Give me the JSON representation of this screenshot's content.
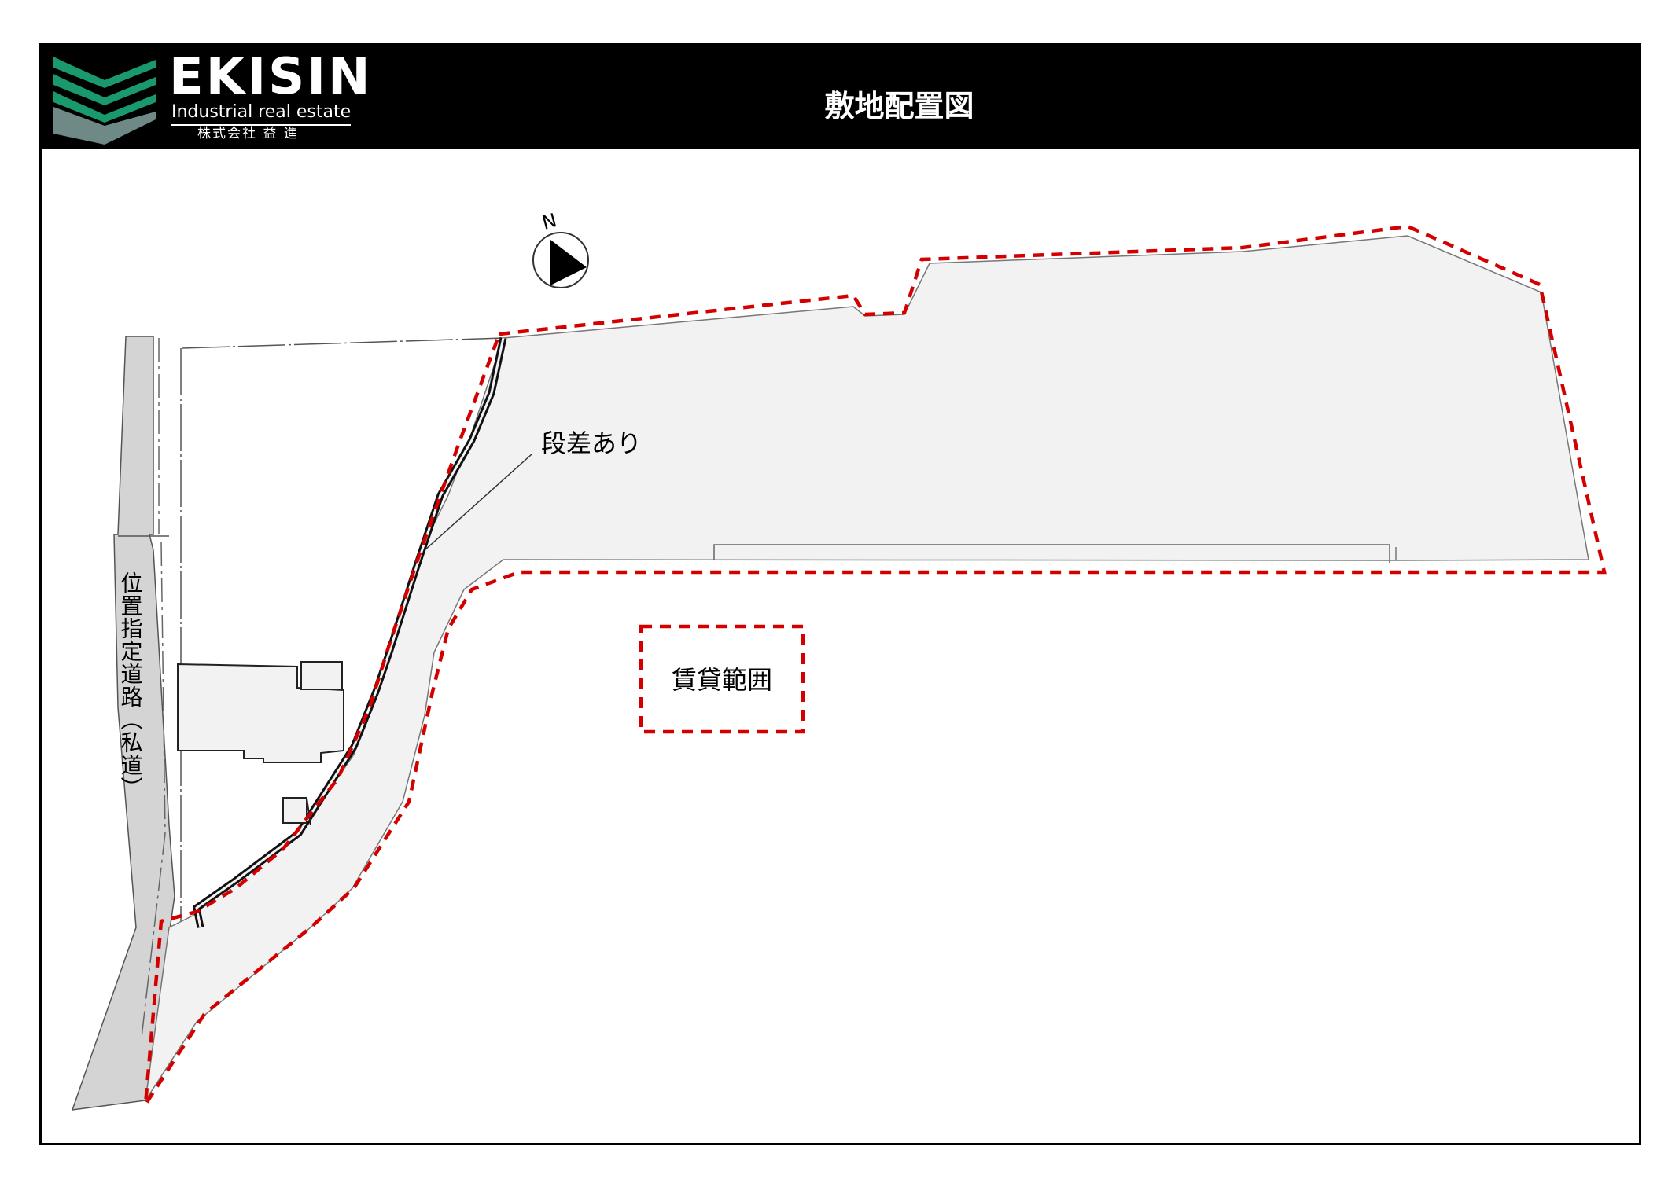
{
  "header": {
    "brand_name": "EKISIN",
    "brand_tagline": "Industrial real estate",
    "brand_company": "株式会社 益 進",
    "title": "敷地配置図"
  },
  "map": {
    "north_label": "N",
    "step_label": "段差あり",
    "road_label": "位置指定道路（私道）",
    "legend_label": "賃貸範囲"
  },
  "colors": {
    "header_bg": "#000000",
    "logo_green": "#1a9a6c",
    "logo_gray": "#6f8a86",
    "boundary_red": "#d40000",
    "site_fill": "#f2f2f2",
    "road_fill": "#d4d4d4"
  }
}
